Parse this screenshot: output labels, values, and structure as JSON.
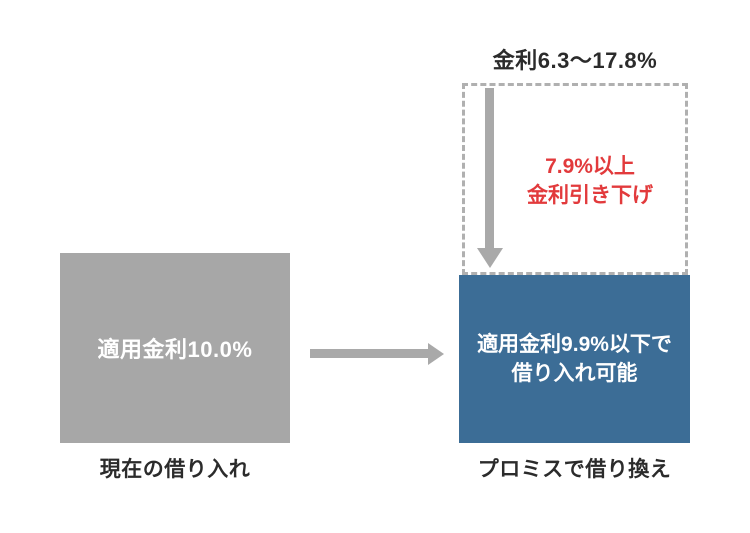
{
  "colors": {
    "box_gray": "#a7a7a7",
    "box_blue": "#3c6d96",
    "arrow_gray": "#a9a9a9",
    "dashed_border": "#b0b0b0",
    "text_dark": "#2b2b2b",
    "text_red": "#e23a3c",
    "text_white": "#ffffff",
    "background": "#ffffff"
  },
  "diagram": {
    "rate_range_label": "金利6.3～17.8%",
    "reduction_note": {
      "line1": "7.9%以上",
      "line2": "金利引き下げ"
    },
    "current_loan": {
      "box_label": "適用金利10.0%",
      "caption": "現在の借り入れ"
    },
    "refinance": {
      "box_label_line1": "適用金利9.9%以下で",
      "box_label_line2": "借り入れ可能",
      "caption": "プロミスで借り換え"
    },
    "icons": {
      "down_arrow": "down-arrow-icon",
      "right_arrow": "right-arrow-icon"
    }
  }
}
